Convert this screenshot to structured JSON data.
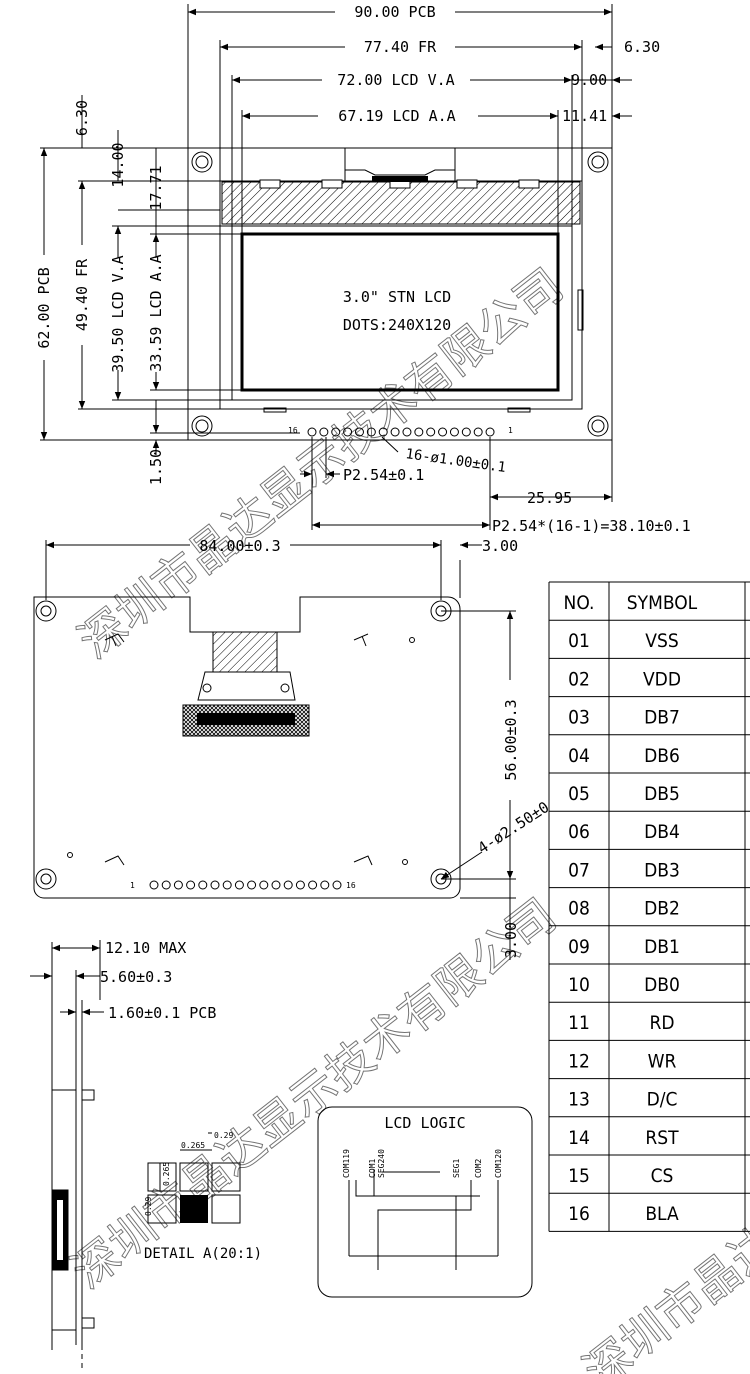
{
  "front_view": {
    "dims": {
      "pcb_w": "90.00 PCB",
      "fr_w": "77.40 FR",
      "lcd_va_w": "72.00 LCD V.A",
      "lcd_aa_w": "67.19 LCD A.A",
      "r_630": "6.30",
      "r_900": "9.00",
      "r_1141": "11.41",
      "v_630": "6.30",
      "v_1400": "14.00",
      "v_1771": "17.71",
      "v_pcb": "62.00 PCB",
      "v_fr": "49.40 FR",
      "v_va": "39.50 LCD V.A",
      "v_aa": "33.59 LCD A.A",
      "v_150": "1.50",
      "pin_hole": "16-ø1.00±0.1",
      "pitch": "P2.54±0.1",
      "d_2595": "25.95",
      "pitch_total": "P2.54*(16-1)=38.10±0.1"
    },
    "lcd_line1": "3.0\" STN LCD",
    "lcd_line2": "DOTS:240X120",
    "pin16_label": "16",
    "pin1_label": "1"
  },
  "back_view": {
    "d_width": "84.00±0.3",
    "d_300": "3.00",
    "d_height": "56.00±0.3",
    "d_hole": "4-ø2.50±0",
    "d_300b": "3.00",
    "pin1_label": "1",
    "pin16_label": "16"
  },
  "side_view": {
    "max": "12.10 MAX",
    "t560": "5.60±0.3",
    "t160": "1.60±0.1 PCB"
  },
  "detail": {
    "caption": "DETAIL A(20:1)",
    "d_029": "0.29",
    "d_0265a": "0.265",
    "d_0265b": "0.265",
    "d_029b": "0.29"
  },
  "logic": {
    "title": "LCD LOGIC",
    "labels": [
      "COM119",
      "COM1",
      "SEG240",
      "SEG1",
      "COM2",
      "COM120"
    ]
  },
  "pin_table": {
    "headers": [
      "NO.",
      "SYMBOL"
    ],
    "rows": [
      [
        "01",
        "VSS"
      ],
      [
        "02",
        "VDD"
      ],
      [
        "03",
        "DB7"
      ],
      [
        "04",
        "DB6"
      ],
      [
        "05",
        "DB5"
      ],
      [
        "06",
        "DB4"
      ],
      [
        "07",
        "DB3"
      ],
      [
        "08",
        "DB2"
      ],
      [
        "09",
        "DB1"
      ],
      [
        "10",
        "DB0"
      ],
      [
        "11",
        "RD"
      ],
      [
        "12",
        "WR"
      ],
      [
        "13",
        "D/C"
      ],
      [
        "14",
        "RST"
      ],
      [
        "15",
        "CS"
      ],
      [
        "16",
        "BLA"
      ]
    ]
  },
  "watermark": "深圳市晶达显示技术有限公司"
}
